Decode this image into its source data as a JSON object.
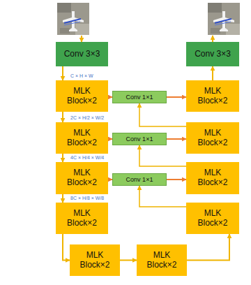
{
  "diagram": {
    "nodes": [
      {
        "text": [
          "Conv 3×3"
        ]
      },
      {
        "text": [
          "Conv 3×3"
        ]
      },
      {
        "text": [
          "MLK Block×2"
        ]
      },
      {
        "text": [
          "Conv 1×1"
        ]
      },
      {
        "text": [
          "MLK Block×2"
        ]
      },
      {
        "text": [
          "MLK Block×2"
        ]
      },
      {
        "text": [
          "Conv 1×1"
        ]
      },
      {
        "text": [
          "MLK Block×2"
        ]
      },
      {
        "text": [
          "MLK Block×2"
        ]
      },
      {
        "text": [
          "Conv 1×1"
        ]
      },
      {
        "text": [
          "MLK Block×2"
        ]
      },
      {
        "text": [
          "MLK Block×2"
        ]
      },
      {
        "text": [
          "MLK Block×2"
        ]
      },
      {
        "text": [
          "MLK Block×2"
        ]
      },
      {
        "text": [
          "MLK Block×2"
        ]
      }
    ],
    "edges": [
      {
        "from": 0,
        "to": 2,
        "arrow": "to"
      },
      {
        "from": 2,
        "to": 3,
        "arrow": "to"
      },
      {
        "from": 3,
        "to": 4,
        "arrow": "to"
      },
      {
        "from": 2,
        "to": 5,
        "arrow": "to"
      },
      {
        "from": 5,
        "to": 6,
        "arrow": "to"
      },
      {
        "from": 6,
        "to": 7,
        "arrow": "to"
      },
      {
        "from": 7,
        "to": 3,
        "arrow": "to"
      },
      {
        "from": 5,
        "to": 8,
        "arrow": "to"
      },
      {
        "from": 8,
        "to": 9,
        "arrow": "to"
      },
      {
        "from": 9,
        "to": 10,
        "arrow": "to"
      },
      {
        "from": 10,
        "to": 6,
        "arrow": "to"
      },
      {
        "from": 8,
        "to": 11,
        "arrow": "to"
      },
      {
        "from": 11,
        "to": 13,
        "arrow": "to"
      },
      {
        "from": 13,
        "to": 14,
        "arrow": "to"
      },
      {
        "from": 14,
        "to": 12,
        "arrow": "to"
      },
      {
        "from": 12,
        "to": 9,
        "arrow": "to"
      },
      {
        "from": 4,
        "to": 1,
        "arrow": "to"
      }
    ],
    "labels": [
      "C × H × W",
      "2C × H/2 × W/2",
      "4C × H/4 × W/4",
      "8C × H/8 × W/8"
    ]
  }
}
